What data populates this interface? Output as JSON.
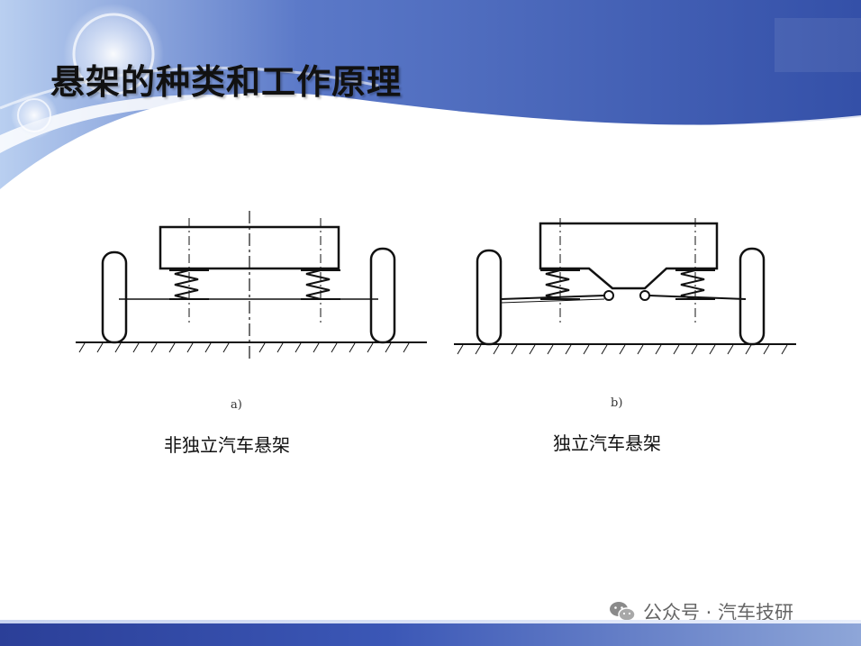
{
  "slide": {
    "title": "悬架的种类和工作原理",
    "colors": {
      "banner_dark": "#2e48a6",
      "banner_light": "#5f7fcc",
      "footer": "#2b3f98"
    }
  },
  "figures": [
    {
      "sub_label": "a)",
      "caption": "非独立汽车悬架"
    },
    {
      "sub_label": "b)",
      "caption": "独立汽车悬架"
    }
  ],
  "watermark": {
    "icon": "wechat-icon",
    "text": "公众号 · 汽车技研"
  }
}
